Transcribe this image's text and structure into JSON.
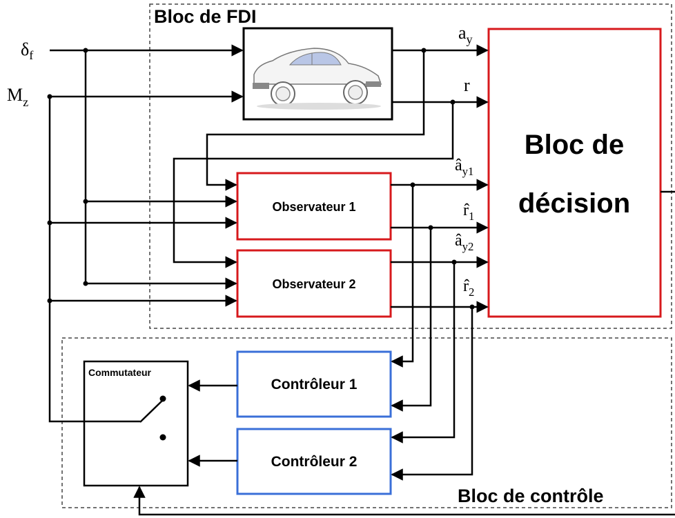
{
  "fdi_block": {
    "label": "Bloc de FDI"
  },
  "control_block": {
    "label": "Bloc de contrôle"
  },
  "decision_block": {
    "line1": "Bloc de",
    "line2": "décision"
  },
  "observers": [
    {
      "label": "Observateur 1"
    },
    {
      "label": "Observateur 2"
    }
  ],
  "controllers": [
    {
      "label": "Contrôleur 1"
    },
    {
      "label": "Contrôleur 2"
    }
  ],
  "switch": {
    "label": "Commutateur"
  },
  "inputs": {
    "delta_f": {
      "main": "δ",
      "sub": "f"
    },
    "m_z": {
      "main": "M",
      "sub": "z"
    }
  },
  "signals": {
    "a_y": {
      "main": "a",
      "sub": "y"
    },
    "r": {
      "main": "r"
    },
    "a_hat_y1": {
      "main": "â",
      "sub": "y1"
    },
    "r_hat_1": {
      "main": "r̂",
      "sub": "1"
    },
    "a_hat_y2": {
      "main": "â",
      "sub": "y2"
    },
    "r_hat_2": {
      "main": "r̂",
      "sub": "2"
    }
  },
  "colors": {
    "observer_border": "#d7191c",
    "decision_border": "#d7191c",
    "controller_border": "#3a6fd8",
    "lines": "#000000",
    "dashed_border": "#444444"
  },
  "icons": {
    "vehicle": "car-icon",
    "switch": "switch-icon"
  }
}
